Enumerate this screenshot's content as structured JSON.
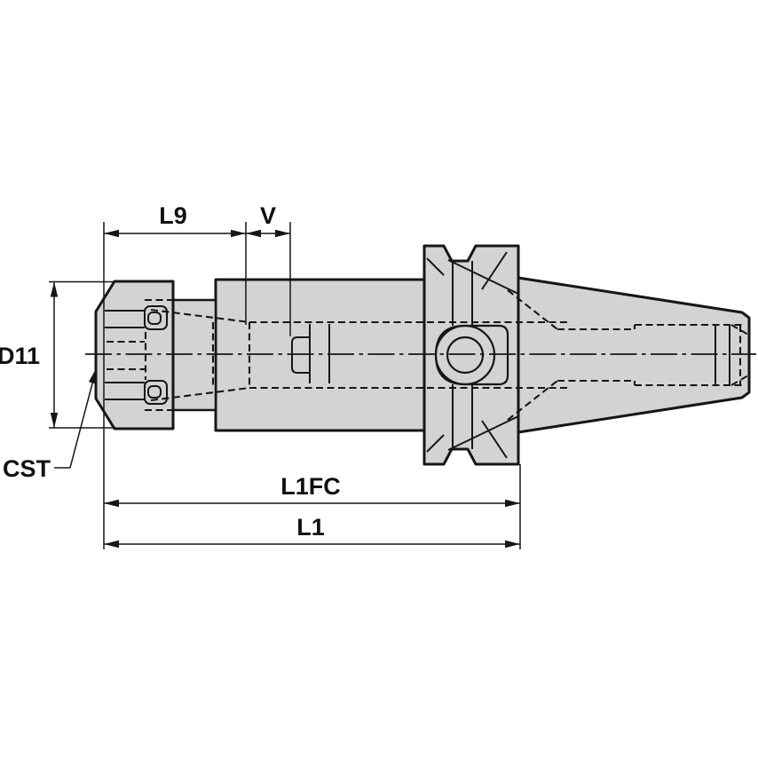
{
  "drawing": {
    "type": "technical-dimension-drawing",
    "subject": "ER collet chuck tool holder with V-flange taper shank, side view",
    "dimension_labels": {
      "l9": "L9",
      "v": "V",
      "d11": "D11",
      "l1fc": "L1FC",
      "l1": "L1"
    },
    "callouts": {
      "cst": "CST"
    },
    "colors": {
      "part_fill": "#d3d3d3",
      "line": "#161616",
      "background": "#ffffff"
    }
  }
}
